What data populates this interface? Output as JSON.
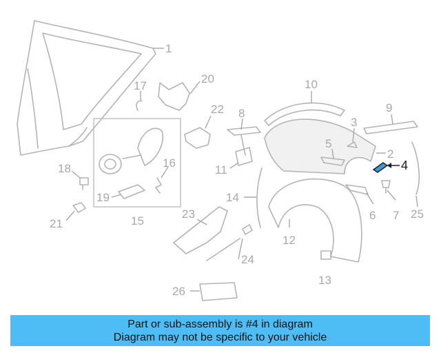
{
  "callouts": {
    "c1": "1",
    "c2": "2",
    "c3": "3",
    "c4": "4",
    "c5": "5",
    "c6": "6",
    "c7": "7",
    "c8": "8",
    "c9": "9",
    "c10": "10",
    "c11": "11",
    "c12": "12",
    "c13": "13",
    "c14": "14",
    "c15": "15",
    "c16": "16",
    "c17": "17",
    "c18": "18",
    "c19": "19",
    "c20": "20",
    "c21": "21",
    "c22": "22",
    "c23": "23",
    "c24": "24",
    "c25": "25",
    "c26": "26"
  },
  "highlighted_part": "4",
  "colors": {
    "banner": "#4fbdf5",
    "highlight": "#3a9bd8",
    "line_art": "#b3b3b3"
  },
  "banner": {
    "line1": "Part or sub-assembly is #4 in diagram",
    "line2": "Diagram may not be specific to your vehicle"
  }
}
